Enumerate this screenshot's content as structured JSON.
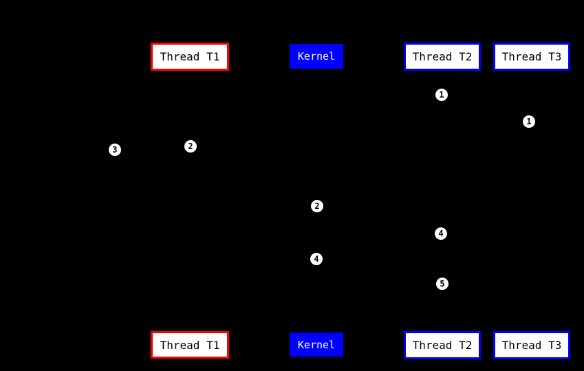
{
  "actors": {
    "top": [
      {
        "label": "Thread T1"
      },
      {
        "label": "Kernel"
      },
      {
        "label": "Thread T2"
      },
      {
        "label": "Thread T3"
      }
    ],
    "bottom": [
      {
        "label": "Thread T1"
      },
      {
        "label": "Kernel"
      },
      {
        "label": "Thread T2"
      },
      {
        "label": "Thread T3"
      }
    ]
  },
  "markers": [
    {
      "label": "1"
    },
    {
      "label": "1"
    },
    {
      "label": "2"
    },
    {
      "label": "3"
    },
    {
      "label": "2"
    },
    {
      "label": "4"
    },
    {
      "label": "4"
    },
    {
      "label": "5"
    }
  ],
  "colors": {
    "background": "#000000",
    "thread_t1_border": "#ff0000",
    "thread_t2_t3_border": "#0000ff",
    "kernel_fill": "#0000ff",
    "kernel_text": "#ffffff",
    "box_fill": "#ffffff",
    "box_text": "#000000",
    "marker_fill": "#ffffff",
    "marker_text": "#000000"
  }
}
